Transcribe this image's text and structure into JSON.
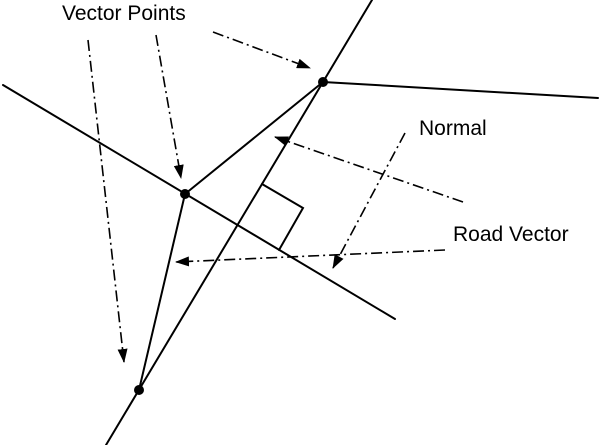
{
  "labels": {
    "vector_points": "Vector Points",
    "normal": "Normal",
    "road_vector": "Road Vector"
  },
  "colors": {
    "background": "#ffffff",
    "ink": "#000000"
  }
}
